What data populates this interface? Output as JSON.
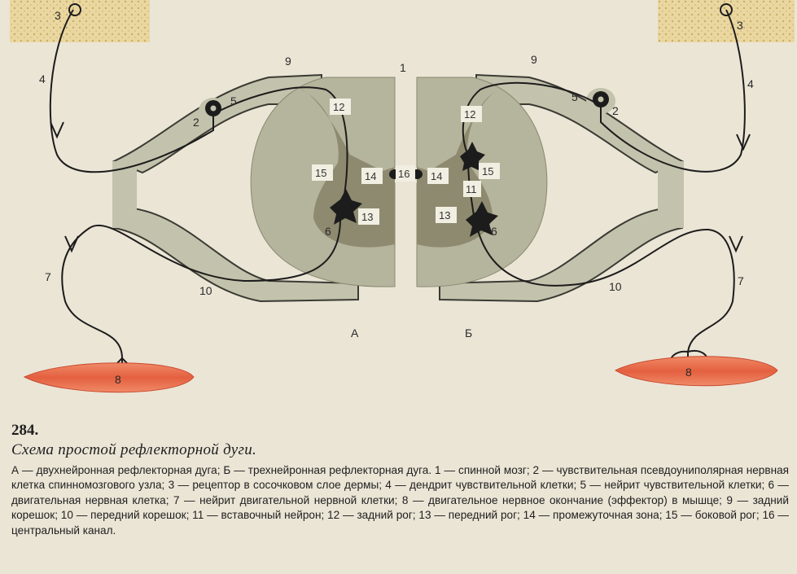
{
  "figure": {
    "number": "284.",
    "title": "Схема простой рефлекторной дуги.",
    "description": "А — двухнейронная рефлекторная дуга; Б — трехнейронная рефлекторная дуга. 1 — спинной мозг; 2 — чувствительная псевдоуниполярная нервная клетка спинномозгового узла; 3 — рецептор в сосочковом слое дермы; 4 — дендрит чувствительной клетки; 5 — нейрит чувствительной клетки; 6 — двигательная нервная клетка; 7 — нейрит двигательной нервной клетки; 8 — двигательное нервное окончание (эффектор) в мышце; 9 — задний корешок; 10 — передний корешок; 11 — вставочный нейрон; 12 — задний рог; 13 — передний рог; 14 — промежуточная зона; 15 — боковой рог; 16 — центральный канал."
  },
  "diagram": {
    "panel_a": "А",
    "panel_b": "Б",
    "label_1": "1",
    "label_2": "2",
    "label_3": "3",
    "label_4": "4",
    "label_5": "5",
    "label_6": "6",
    "label_7": "7",
    "label_8": "8",
    "label_9": "9",
    "label_10": "10",
    "label_11": "11",
    "label_12": "12",
    "label_13": "13",
    "label_14": "14",
    "label_15": "15",
    "label_16": "16"
  },
  "colors": {
    "background": "#ebe5d6",
    "white_matter": "#b5b49c",
    "grey_matter": "#8e8a70",
    "root": "#c3c2ac",
    "muscle": "#e8694a",
    "skin": "#e9d7a3",
    "nerve": "#1c1c1c"
  }
}
